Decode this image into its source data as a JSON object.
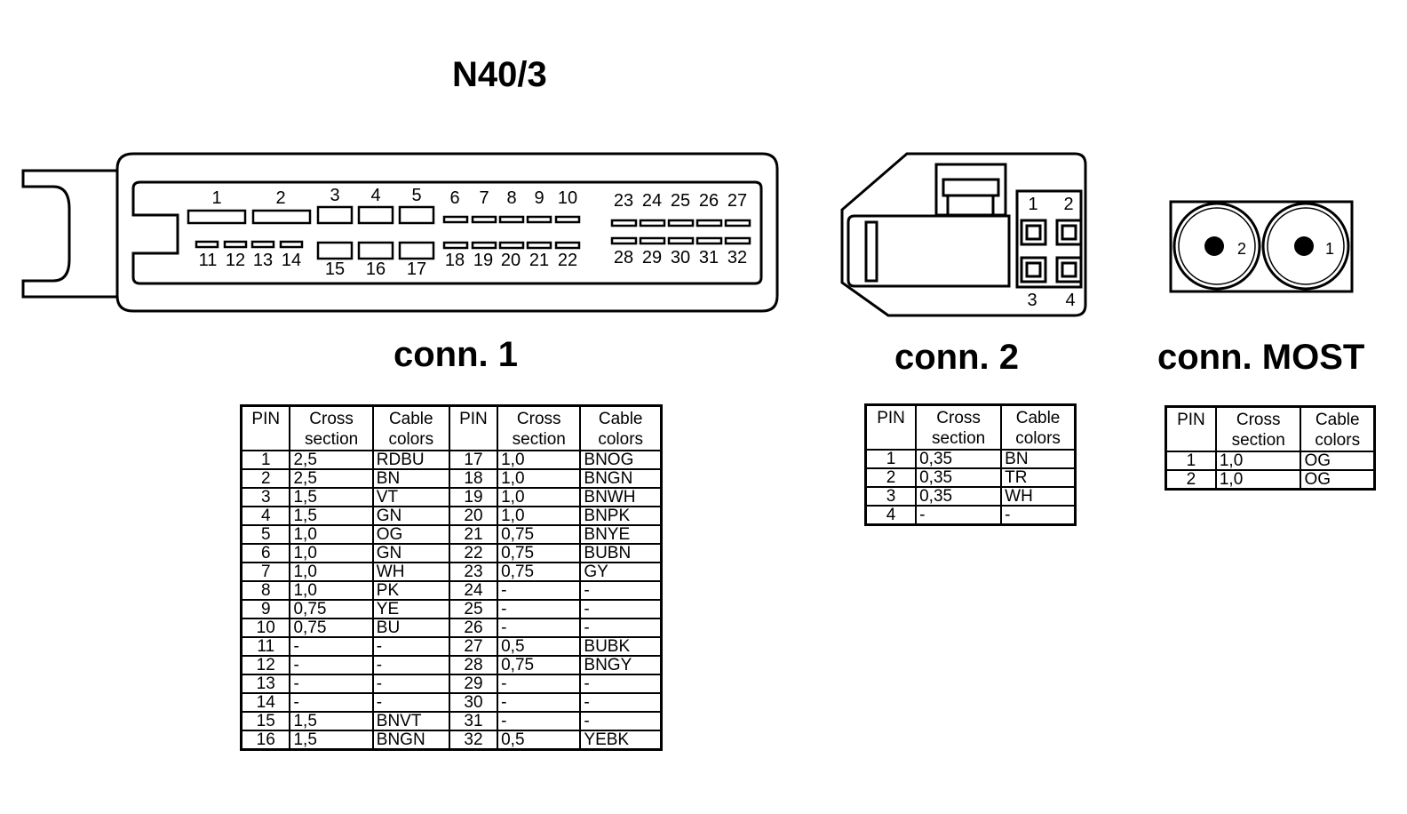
{
  "title": "N40/3",
  "connectors": {
    "conn1": {
      "label": "conn. 1",
      "top_pins": [
        "1",
        "2",
        "3",
        "4",
        "5",
        "6",
        "7",
        "8",
        "9",
        "10",
        "23",
        "24",
        "25",
        "26",
        "27"
      ],
      "bottom_pins": [
        "11",
        "12",
        "13",
        "14",
        "15",
        "16",
        "17",
        "18",
        "19",
        "20",
        "21",
        "22",
        "28",
        "29",
        "30",
        "31",
        "32"
      ]
    },
    "conn2": {
      "label": "conn. 2",
      "pins": [
        "1",
        "2",
        "3",
        "4"
      ]
    },
    "most": {
      "label": "conn. MOST",
      "pins": [
        "2",
        "1"
      ]
    }
  },
  "tables": {
    "headers": {
      "pin": "PIN",
      "cross_1": "Cross",
      "cross_2": "section",
      "cable_1": "Cable",
      "cable_2": "colors"
    },
    "conn1": [
      [
        "1",
        "2,5",
        "RDBU",
        "17",
        "1,0",
        "BNOG"
      ],
      [
        "2",
        "2,5",
        "BN",
        "18",
        "1,0",
        "BNGN"
      ],
      [
        "3",
        "1,5",
        "VT",
        "19",
        "1,0",
        "BNWH"
      ],
      [
        "4",
        "1,5",
        "GN",
        "20",
        "1,0",
        "BNPK"
      ],
      [
        "5",
        "1,0",
        "OG",
        "21",
        "0,75",
        "BNYE"
      ],
      [
        "6",
        "1,0",
        "GN",
        "22",
        "0,75",
        "BUBN"
      ],
      [
        "7",
        "1,0",
        "WH",
        "23",
        "0,75",
        "GY"
      ],
      [
        "8",
        "1,0",
        "PK",
        "24",
        "-",
        "-"
      ],
      [
        "9",
        "0,75",
        "YE",
        "25",
        "-",
        "-"
      ],
      [
        "10",
        "0,75",
        "BU",
        "26",
        "-",
        "-"
      ],
      [
        "11",
        "-",
        "-",
        "27",
        "0,5",
        "BUBK"
      ],
      [
        "12",
        "-",
        "-",
        "28",
        "0,75",
        "BNGY"
      ],
      [
        "13",
        "-",
        "-",
        "29",
        "-",
        "-"
      ],
      [
        "14",
        "-",
        "-",
        "30",
        "-",
        "-"
      ],
      [
        "15",
        "1,5",
        "BNVT",
        "31",
        "-",
        "-"
      ],
      [
        "16",
        "1,5",
        "BNGN",
        "32",
        "0,5",
        "YEBK"
      ]
    ],
    "conn2": [
      [
        "1",
        "0,35",
        "BN"
      ],
      [
        "2",
        "0,35",
        "TR"
      ],
      [
        "3",
        "0,35",
        "WH"
      ],
      [
        "4",
        "-",
        "-"
      ]
    ],
    "most": [
      [
        "1",
        "1,0",
        "OG"
      ],
      [
        "2",
        "1,0",
        "OG"
      ]
    ]
  }
}
